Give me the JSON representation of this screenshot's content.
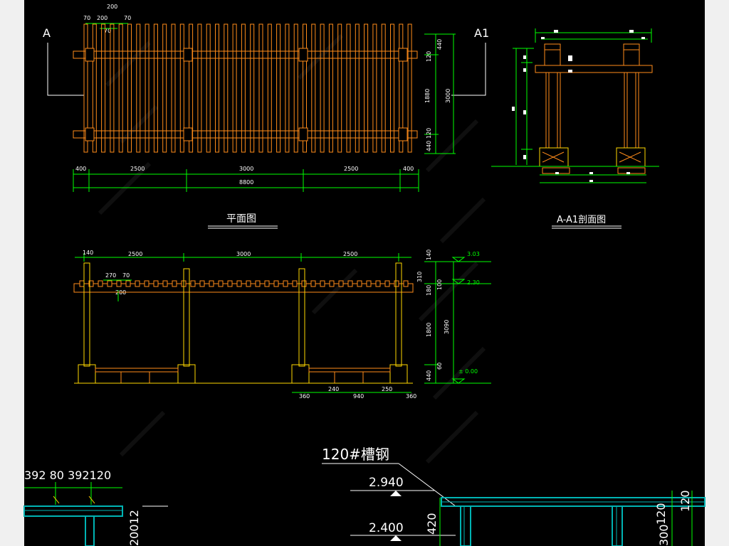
{
  "colors": {
    "background": "#000000",
    "page_margin": "#f0f0f0",
    "timber": "#ff8c1a",
    "post": "#ffd700",
    "dimension": "#00ff00",
    "steel": "#00b3b3",
    "text": "#ffffff"
  },
  "plan": {
    "title": "平面图",
    "section_mark_left": "A",
    "section_mark_right": "A1",
    "top_dims": {
      "total": "200",
      "left": "70",
      "middle": "200",
      "right": "70",
      "sub": "70"
    },
    "bottom_dims": [
      "400",
      "2500",
      "3000",
      "2500",
      "400"
    ],
    "bottom_total": "8800",
    "right_dims": [
      "440",
      "120",
      "1880",
      "120",
      "440"
    ],
    "right_total": "3000"
  },
  "section": {
    "title": "A-A1剖面图"
  },
  "elevation": {
    "top_dims": [
      "140",
      "2500",
      "3000",
      "2500"
    ],
    "rafter_dims": {
      "spacing": "270",
      "width": "70",
      "gap": "200"
    },
    "right_dims": [
      "140",
      "310",
      "180",
      "100",
      "1800",
      "3090",
      "440",
      "60"
    ],
    "levels": [
      "3.03",
      "2.30",
      "± 0.00"
    ],
    "bottom_dims": [
      "360",
      "240",
      "940",
      "250",
      "360"
    ]
  },
  "detail_left": {
    "top_dims": "392 80 392120",
    "side_dims": "20012"
  },
  "detail_right": {
    "title": "120#槽钢",
    "level_high": "2.940",
    "level_low": "2.400",
    "dim_left": "420",
    "dim_right_a": "120",
    "dim_right_b": "300",
    "dim_right_c": "120"
  }
}
